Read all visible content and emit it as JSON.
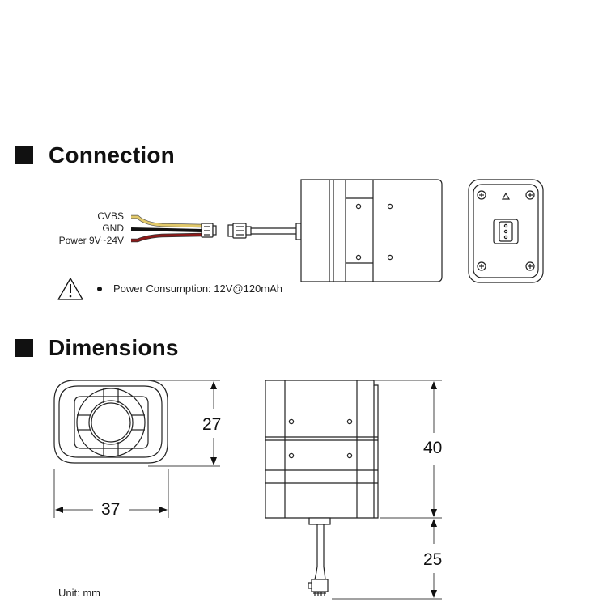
{
  "sections": {
    "connection": {
      "title": "Connection"
    },
    "dimensions": {
      "title": "Dimensions"
    }
  },
  "wires": {
    "cvbs": "CVBS",
    "gnd": "GND",
    "power": "Power 9V~24V",
    "colors": {
      "cvbs": "#e2c96a",
      "gnd": "#111111",
      "power": "#8b1a1a"
    }
  },
  "notes": {
    "power_consumption": "Power Consumption: 12V@120mAh",
    "unit": "Unit: mm"
  },
  "dimensions": {
    "height_front": "27",
    "width_front": "37",
    "body_length": "40",
    "cable_length": "25"
  },
  "icons": {
    "warning": "warning-triangle-icon"
  }
}
